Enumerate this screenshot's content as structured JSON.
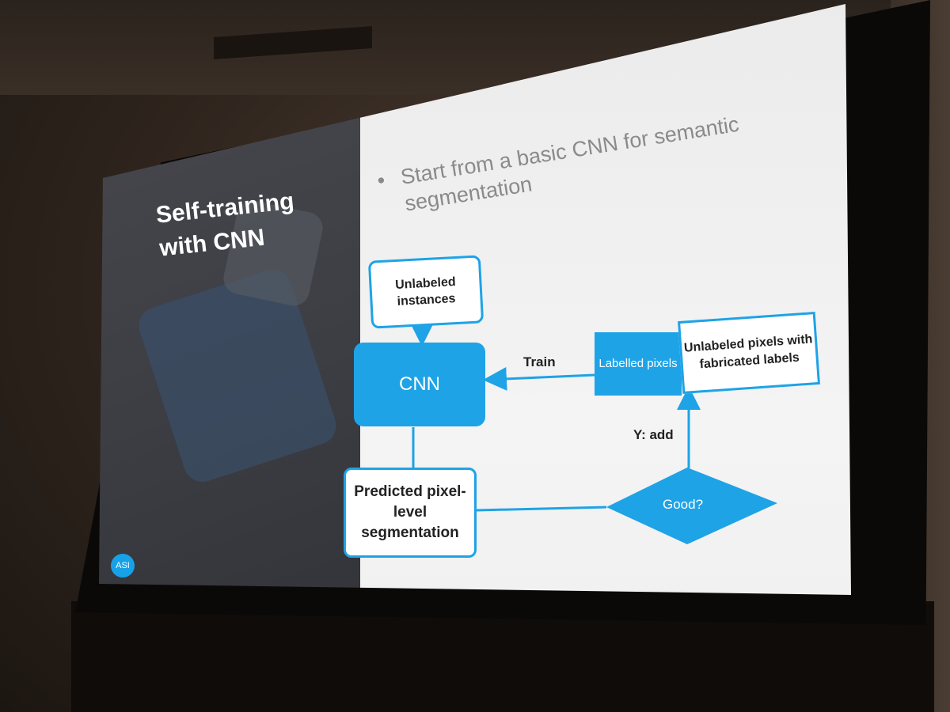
{
  "slide": {
    "title": "Self-training with CNN",
    "badge": "ASI",
    "bullet": "Start from a basic CNN for semantic segmentation"
  },
  "diagram": {
    "unlabeled_instances": "Unlabeled instances",
    "cnn": "CNN",
    "predicted": "Predicted pixel-level segmentation",
    "labelled_pixels": "Labelled pixels",
    "fabricated": "Unlabeled pixels with fabricated labels",
    "train": "Train",
    "decision": "Good?",
    "y_add": "Y: add"
  },
  "colors": {
    "accent": "#1ea3e6",
    "slide_dark_panel": "#3d3f45",
    "slide_background": "#f2f2f2"
  }
}
